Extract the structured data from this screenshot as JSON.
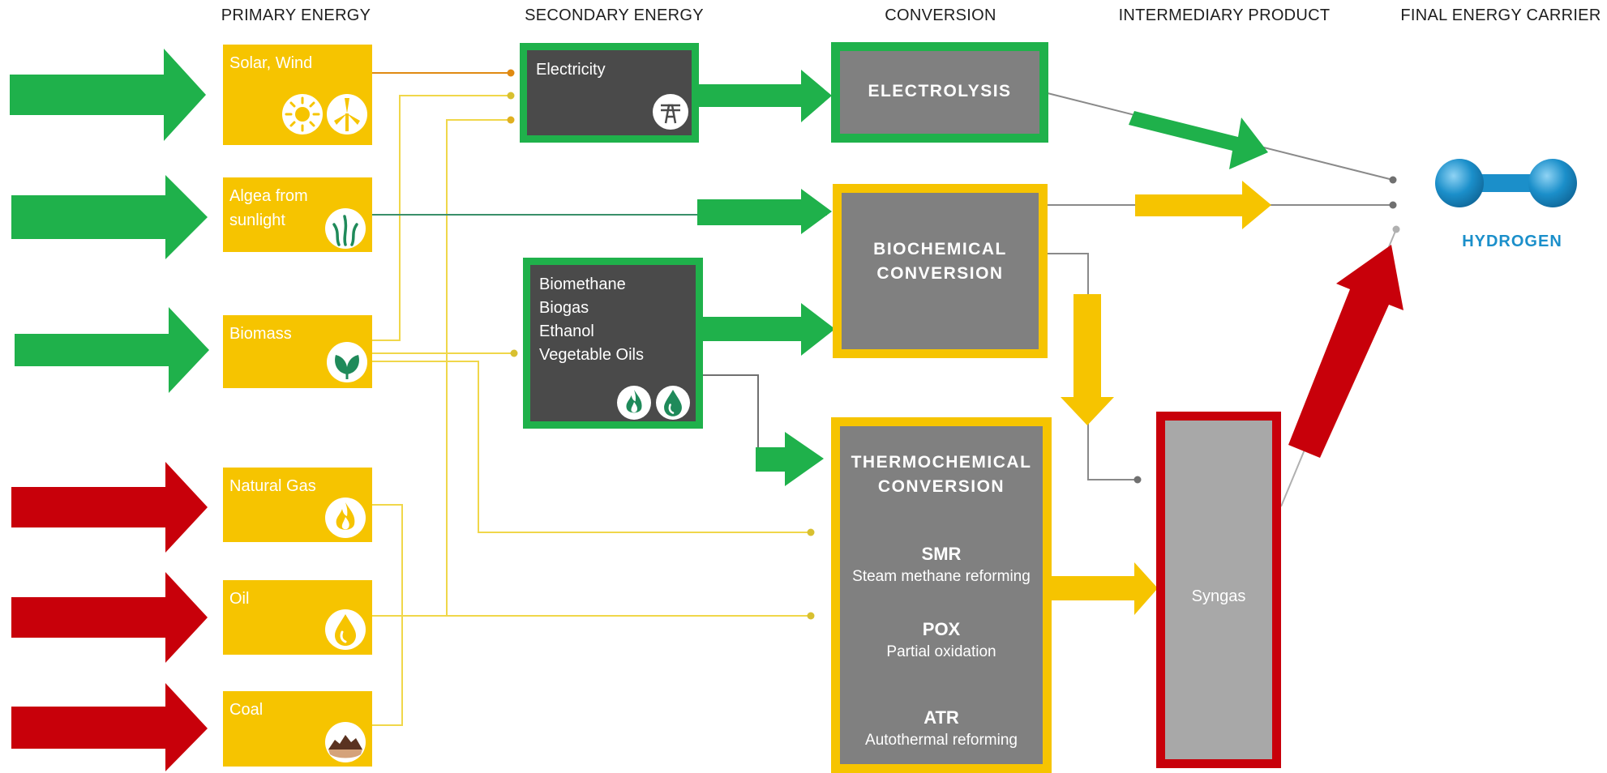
{
  "headers": {
    "primary": "PRIMARY ENERGY",
    "secondary": "SECONDARY ENERGY",
    "conversion": "CONVERSION",
    "intermediary": "INTERMEDIARY PRODUCT",
    "final": "FINAL ENERGY CARRIER"
  },
  "primary": {
    "solar_wind": "Solar, Wind",
    "algae_line1": "Algea from",
    "algae_line2": "sunlight",
    "biomass": "Biomass",
    "natural_gas": "Natural Gas",
    "oil": "Oil",
    "coal": "Coal"
  },
  "secondary": {
    "electricity": "Electricity",
    "bio_line1": "Biomethane",
    "bio_line2": "Biogas",
    "bio_line3": "Ethanol",
    "bio_line4": "Vegetable Oils"
  },
  "conversion": {
    "electrolysis": "ELECTROLYSIS",
    "biochemical_line1": "BIOCHEMICAL",
    "biochemical_line2": "CONVERSION",
    "thermo_line1": "THERMOCHEMICAL",
    "thermo_line2": "CONVERSION",
    "smr_abbr": "SMR",
    "smr_desc": "Steam methane reforming",
    "pox_abbr": "POX",
    "pox_desc": "Partial oxidation",
    "atr_abbr": "ATR",
    "atr_desc": "Autothermal reforming"
  },
  "intermediary": {
    "syngas": "Syngas"
  },
  "final": {
    "hydrogen": "HYDROGEN"
  },
  "colors": {
    "renewable": "#1fb14b",
    "fossil": "#c8000a",
    "transitional": "#f6c400",
    "process": "#808080",
    "secondary_fill": "#4a4a4a",
    "hydrogen": "#1b8fca"
  },
  "icons": {
    "solar": "sun-icon",
    "wind": "wind-turbine-icon",
    "algae": "seaweed-icon",
    "biomass": "leaf-icon",
    "natural_gas": "flame-icon",
    "oil": "oil-drop-icon",
    "coal": "coal-pile-icon",
    "electricity": "power-line-icon",
    "biofuel_flame": "flame-icon",
    "biofuel_drop": "drop-icon",
    "hydrogen": "hydrogen-molecule-icon"
  }
}
